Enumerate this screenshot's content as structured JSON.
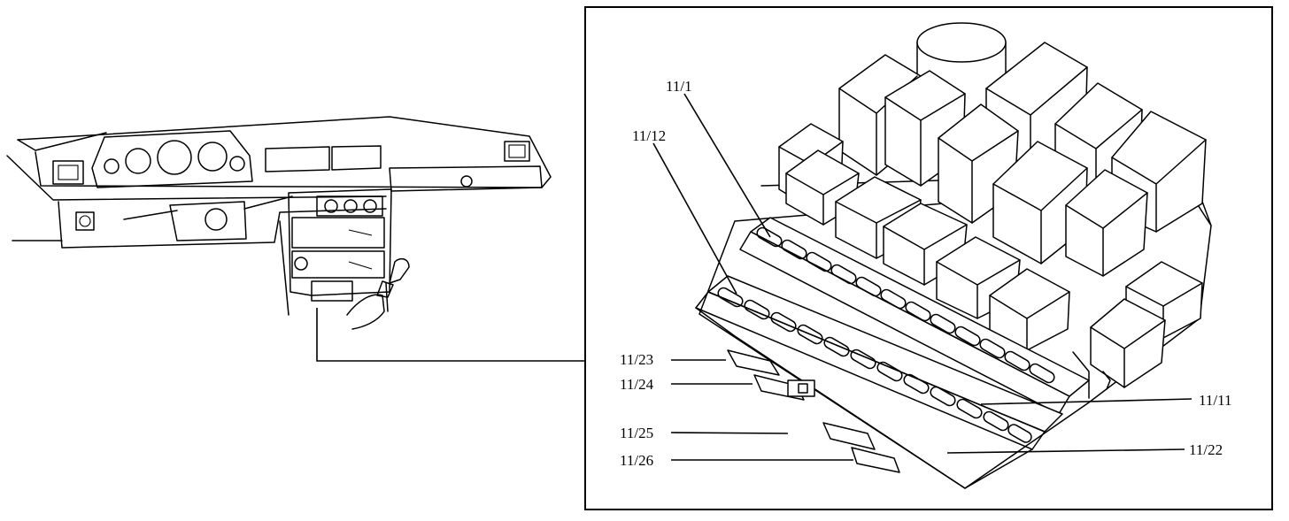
{
  "labels": {
    "l_11_1": "11/1",
    "l_11_12": "11/12",
    "l_11_23": "11/23",
    "l_11_24": "11/24",
    "l_11_25": "11/25",
    "l_11_26": "11/26",
    "l_11_11": "11/11",
    "l_11_22": "11/22"
  }
}
